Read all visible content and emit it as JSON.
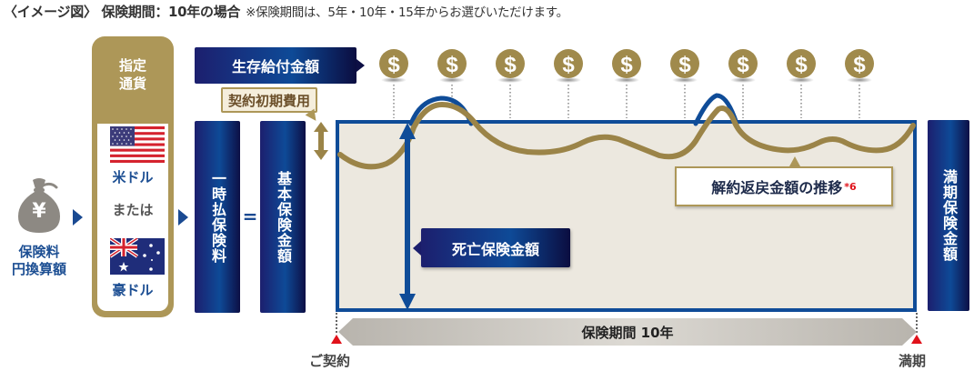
{
  "caption": {
    "title": "〈イメージ図〉 保険期間：10年の場合",
    "note": "※保険期間は、5年・10年・15年からお選びいただけます。"
  },
  "premium_source": {
    "icon": "yen-money-bag-icon",
    "symbol": "¥",
    "label_line1": "保険料",
    "label_line2": "円換算額"
  },
  "currency_panel": {
    "header_line1": "指定",
    "header_line2": "通貨",
    "options": [
      {
        "flag": "us-flag-icon",
        "label": "米ドル"
      },
      {
        "flag": "australia-flag-icon",
        "label": "豪ドル"
      }
    ],
    "separator": "または"
  },
  "lump_sum_premium": "一時払保険料",
  "equals": "=",
  "basic_insured_amount": "基本保険金額",
  "survival_benefit": {
    "label": "生存給付金額",
    "coin_symbol": "$",
    "coin_count": 9
  },
  "initial_cost_label": "契約初期費用",
  "death_benefit_label": "死亡保険金額",
  "surrender_value": {
    "label": "解約返戻金額の推移",
    "footnote": "*6"
  },
  "maturity_benefit": "満期保険金額",
  "period": {
    "label": "保険期間 10年",
    "start": "ご契約",
    "end": "満期"
  },
  "colors": {
    "navy": "#0e4a97",
    "navy_dark": "#1c1f6e",
    "gold": "#ad9758",
    "chart_bg": "#ece8df",
    "red": "#e0121a",
    "blue_text": "#1d4f93"
  }
}
